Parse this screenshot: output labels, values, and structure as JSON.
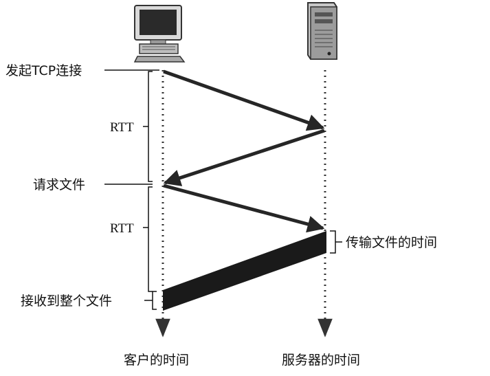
{
  "diagram": {
    "labels": {
      "initiate": "发起TCP连接",
      "rtt_1": "RTT",
      "request": "请求文件",
      "rtt_2": "RTT",
      "transmit_time": "传输文件的时间",
      "received": "接收到整个文件",
      "client_time": "客户的时间",
      "server_time": "服务器的时间"
    },
    "icons": {
      "client": "desktop-computer-icon",
      "server": "server-tower-icon"
    },
    "colors": {
      "ink": "#111111",
      "arrow": "#262626",
      "file_band": "#1a1a1a"
    }
  }
}
